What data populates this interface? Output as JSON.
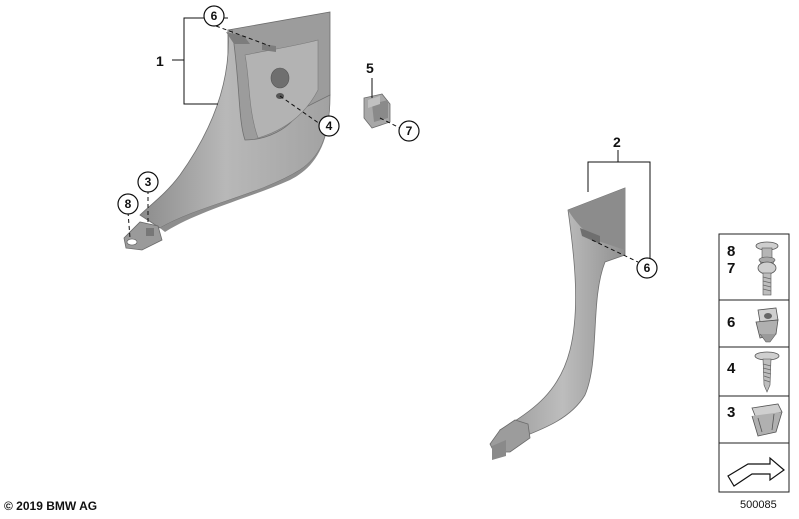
{
  "labels": {
    "part1": "1",
    "part2": "2",
    "part3": "3",
    "part4": "4",
    "part5": "5",
    "part6a": "6",
    "part6b": "6",
    "part7": "7",
    "part8": "8"
  },
  "legend": {
    "items": [
      {
        "number": "8",
        "icon": "push-rivet-icon"
      },
      {
        "number": "7",
        "icon": "screw-icon"
      },
      {
        "number": "6",
        "icon": "clip-nut-icon"
      },
      {
        "number": "4",
        "icon": "self-tapping-screw-icon"
      },
      {
        "number": "3",
        "icon": "spring-clip-icon"
      }
    ],
    "arrow_icon": "direction-arrow-icon"
  },
  "footer": {
    "copyright": "© 2019 BMW AG",
    "diagram_id": "500085"
  },
  "colors": {
    "part_fill": "#a5a5a5",
    "part_dark": "#8a8a8a",
    "part_light": "#c4c4c4",
    "line": "#111111"
  }
}
